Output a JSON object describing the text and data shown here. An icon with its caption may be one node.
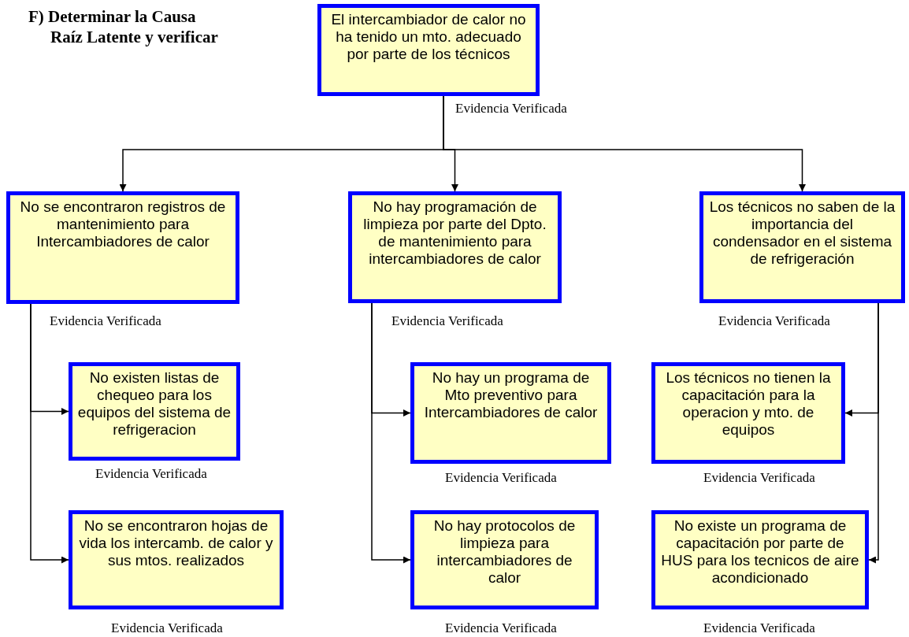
{
  "diagram": {
    "title": "F) Determinar la Causa Raíz Latente y verificar",
    "nodes": [
      {
        "text": [
          "El intercambiador de calor no ha tenido un mto. adecuado por parte de los técnicos"
        ],
        "beside": [
          "Evidencia Verificada"
        ]
      },
      {
        "text": [
          "No se encontraron registros de mantenimiento para Intercambiadores de calor"
        ],
        "beside": [
          "Evidencia Verificada"
        ]
      },
      {
        "text": [
          "No hay programación de limpieza por parte del Dpto. de mantenimiento para intercambiadores de calor"
        ],
        "beside": [
          "Evidencia Verificada"
        ]
      },
      {
        "text": [
          "Los técnicos no saben de la importancia del condensador en el sistema de refrigeración"
        ],
        "beside": [
          "Evidencia Verificada"
        ]
      },
      {
        "text": [
          "No existen listas de chequeo para los equipos del sistema de refrigeracion"
        ],
        "beside": [
          "Evidencia Verificada"
        ]
      },
      {
        "text": [
          "No se encontraron hojas de vida los intercamb. de calor y sus mtos. realizados"
        ],
        "beside": [
          "Evidencia Verificada"
        ]
      },
      {
        "text": [
          "No hay un programa de Mto preventivo para Intercambiadores de calor"
        ],
        "beside": [
          "Evidencia Verificada"
        ]
      },
      {
        "text": [
          "No hay protocolos de limpieza para intercambiadores de calor"
        ],
        "beside": [
          "Evidencia Verificada"
        ]
      },
      {
        "text": [
          "Los técnicos no tienen la capacitación para la operacion y mto. de equipos"
        ],
        "beside": [
          "Evidencia Verificada"
        ]
      },
      {
        "text": [
          "No existe un programa de capacitación por parte de HUS para los tecnicos de aire acondicionado"
        ],
        "beside": [
          "Evidencia Verificada"
        ]
      }
    ],
    "edges": [
      {
        "from": 0,
        "to": 1,
        "arrow": "to"
      },
      {
        "from": 0,
        "to": 2,
        "arrow": "to"
      },
      {
        "from": 0,
        "to": 3,
        "arrow": "to"
      },
      {
        "from": 1,
        "to": 4,
        "arrow": "to"
      },
      {
        "from": 1,
        "to": 5,
        "arrow": "to"
      },
      {
        "from": 2,
        "to": 6,
        "arrow": "to"
      },
      {
        "from": 2,
        "to": 7,
        "arrow": "to"
      },
      {
        "from": 3,
        "to": 8,
        "arrow": "to"
      },
      {
        "from": 3,
        "to": 9,
        "arrow": "to"
      }
    ]
  }
}
